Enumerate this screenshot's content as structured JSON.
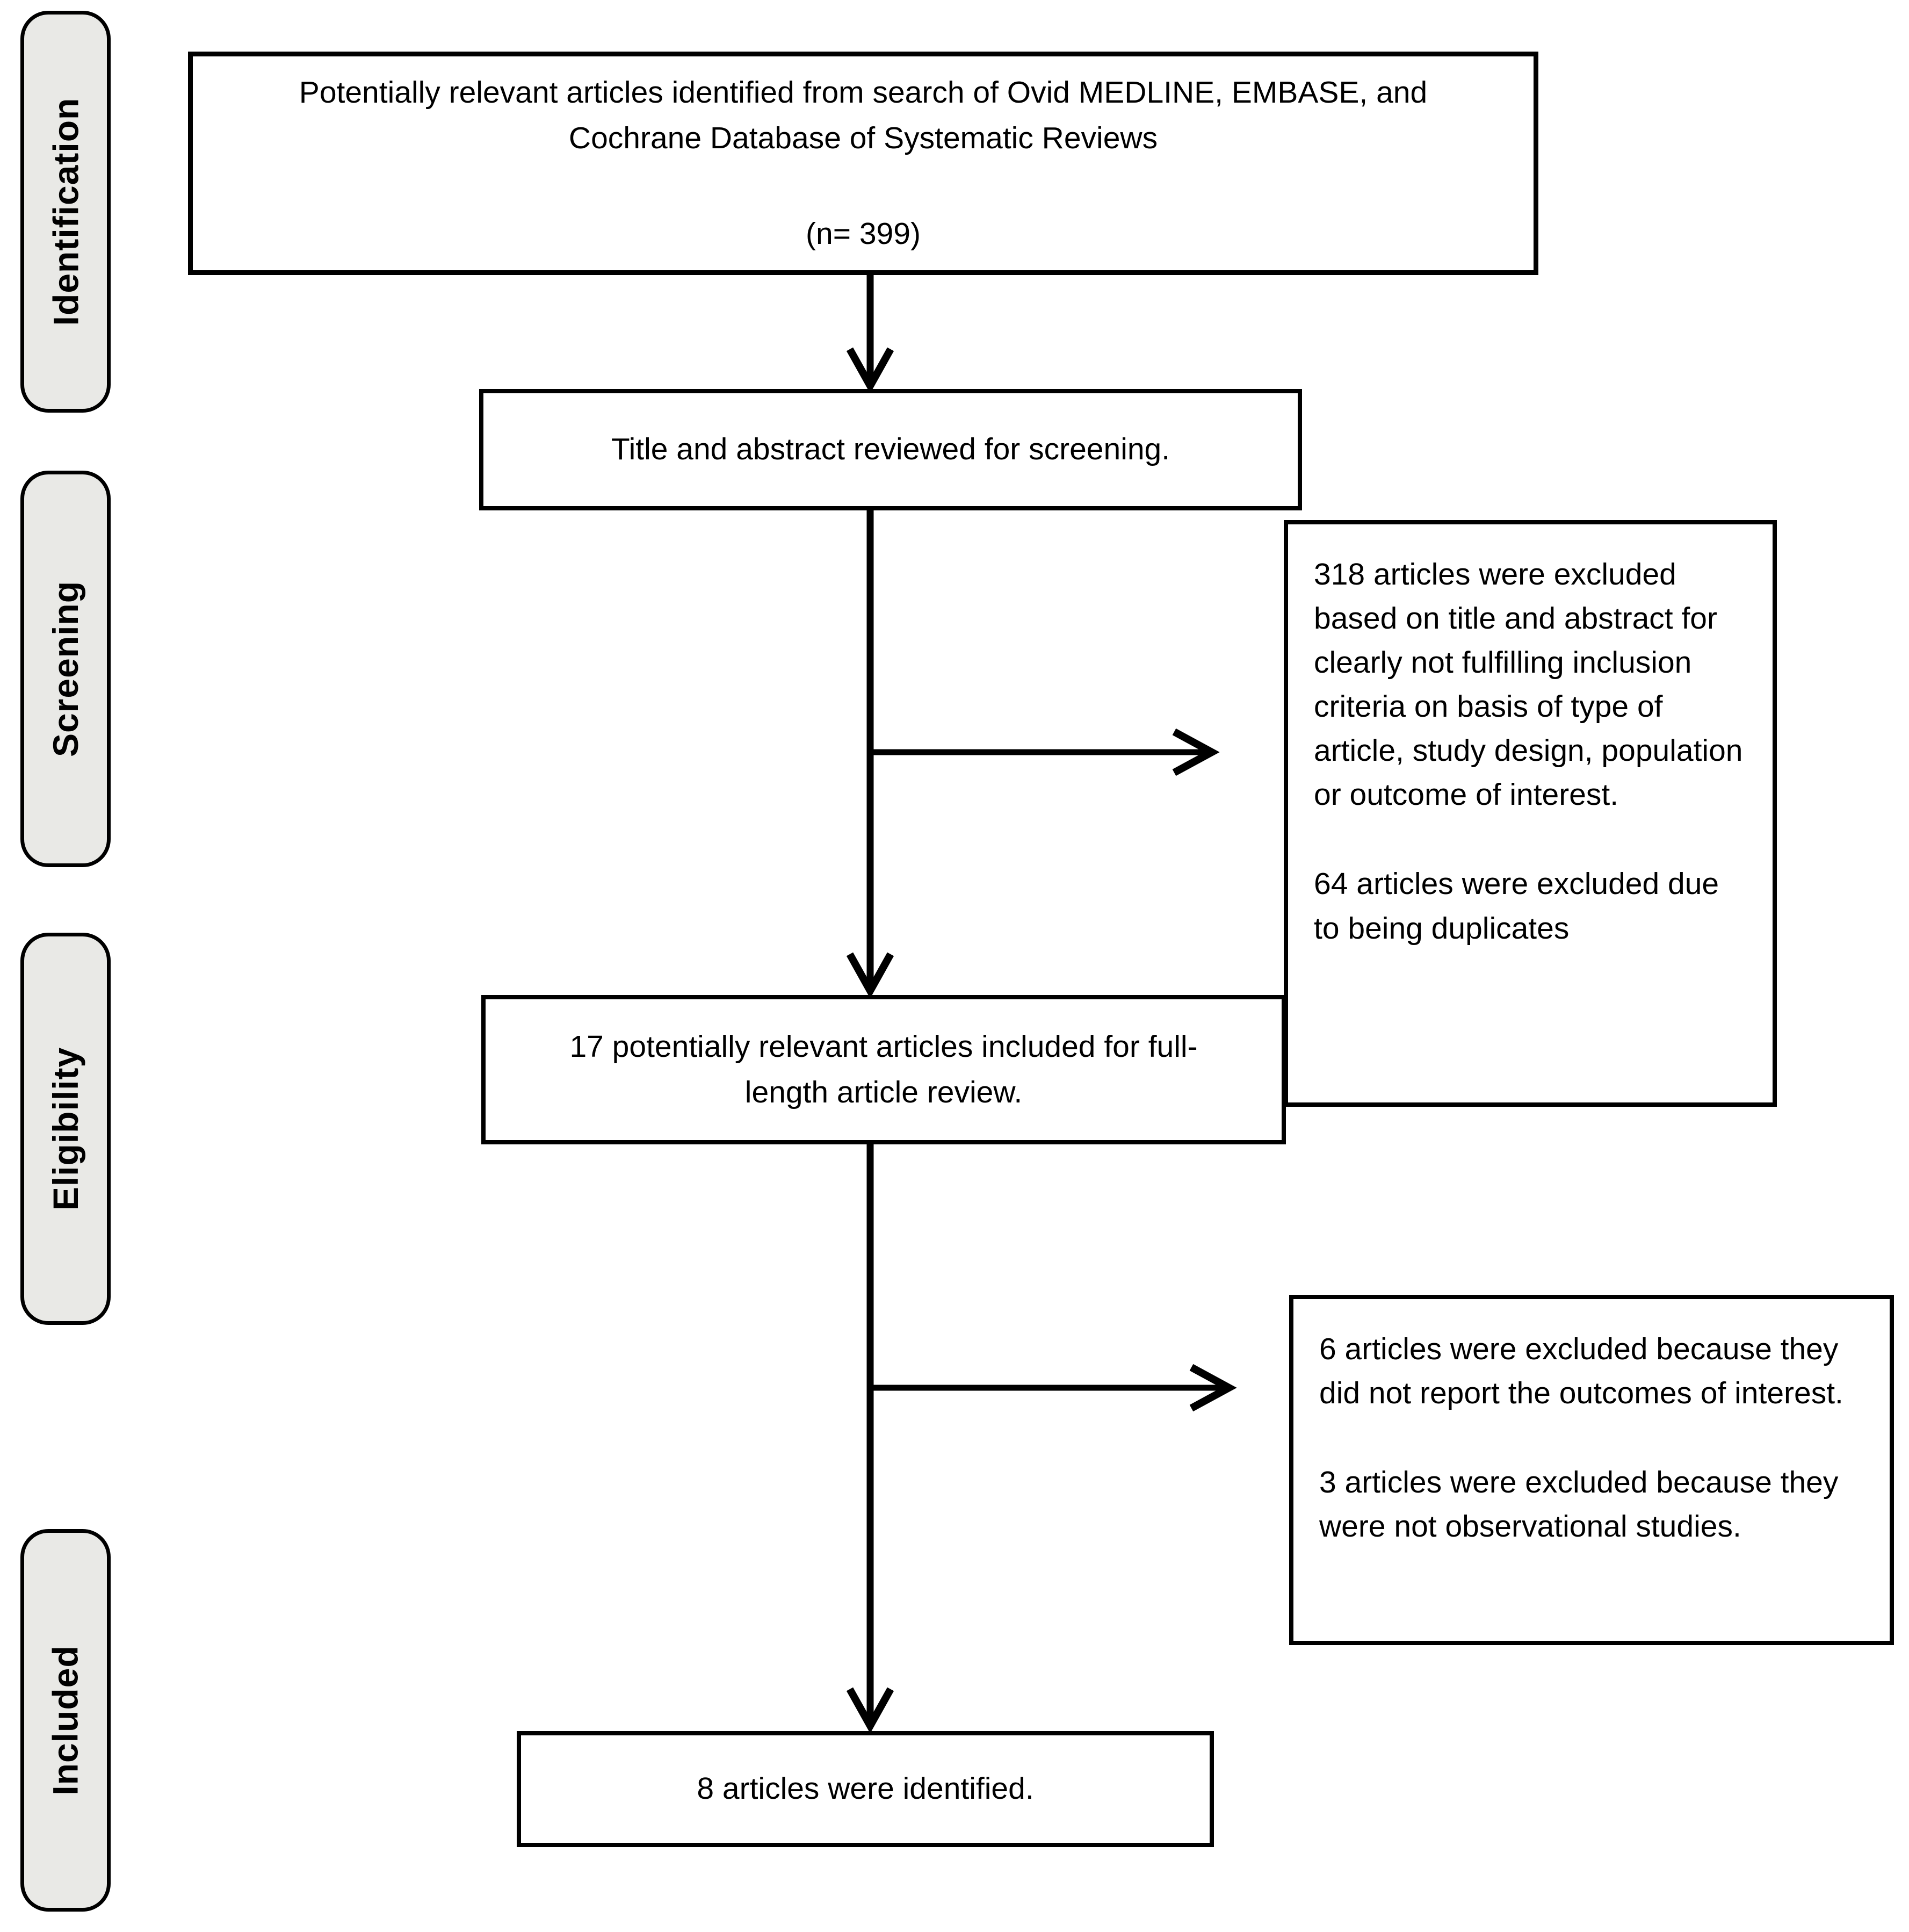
{
  "diagram": {
    "title": "PRISMA-style article selection flow diagram",
    "stages": [
      {
        "id": "identification",
        "label": "Identification"
      },
      {
        "id": "screening",
        "label": "Screening"
      },
      {
        "id": "eligibility",
        "label": "Eligibility"
      },
      {
        "id": "included",
        "label": "Included"
      }
    ],
    "boxes": {
      "search": {
        "text": "Potentially relevant articles identified from search of Ovid MEDLINE, EMBASE, and Cochrane Database of Systematic Reviews",
        "count": "(n= 399)"
      },
      "screening": {
        "text": "Title and abstract reviewed for screening."
      },
      "exclusion1": {
        "p1": "318 articles were excluded based on title and abstract for clearly not fulfilling inclusion criteria on basis of type of article, study design, population or outcome of interest.",
        "p2": "64 articles were excluded due to being duplicates"
      },
      "fulltext": {
        "text": "17 potentially relevant articles included for full-length article review."
      },
      "exclusion2": {
        "p1": "6 articles were excluded because they did not report the outcomes of interest.",
        "p2": "3 articles were excluded because they were not observational studies."
      },
      "included": {
        "text": "8 articles were identified."
      }
    },
    "colors": {
      "background": "#ffffff",
      "stage_fill": "#e9e9e6",
      "line": "#000000"
    }
  }
}
